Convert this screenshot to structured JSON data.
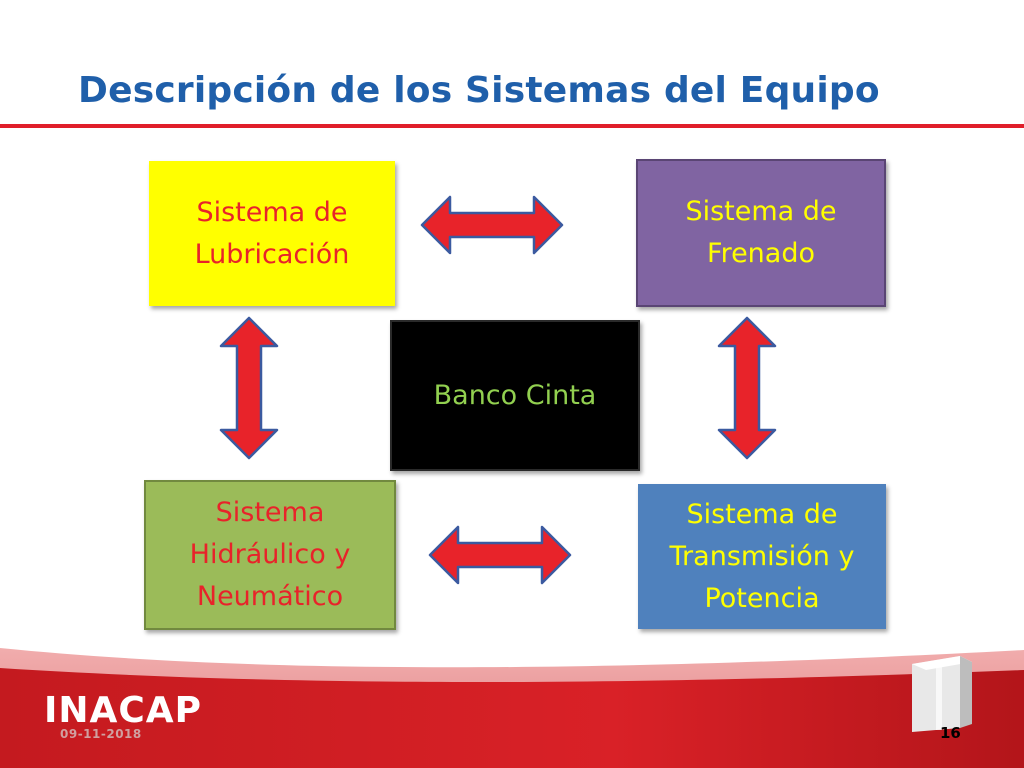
{
  "slide": {
    "title": "Descripción de los Sistemas del Equipo",
    "boxes": {
      "lubricacion": {
        "lines": [
          "Sistema de",
          "Lubricación"
        ]
      },
      "frenado": {
        "lines": [
          "Sistema de",
          "Frenado"
        ]
      },
      "center": {
        "lines": [
          "Banco Cinta"
        ]
      },
      "hidraulico": {
        "lines": [
          "Sistema",
          "Hidráulico y",
          "Neumático"
        ]
      },
      "transmision": {
        "lines": [
          "Sistema de",
          "Transmisión y",
          "Potencia"
        ]
      }
    },
    "connections": [
      {
        "from": "lubricacion",
        "to": "frenado",
        "direction": "bidirectional"
      },
      {
        "from": "lubricacion",
        "to": "hidraulico",
        "direction": "bidirectional"
      },
      {
        "from": "frenado",
        "to": "transmision",
        "direction": "bidirectional"
      },
      {
        "from": "hidraulico",
        "to": "transmision",
        "direction": "bidirectional"
      }
    ],
    "colors": {
      "title": "#1f5faa",
      "rule": "#e01e2a",
      "arrow_fill": "#e8232a",
      "arrow_stroke": "#3b5aa0"
    }
  },
  "footer": {
    "logo": "INACAP",
    "date": "09-11-2018",
    "page_number": "16"
  }
}
